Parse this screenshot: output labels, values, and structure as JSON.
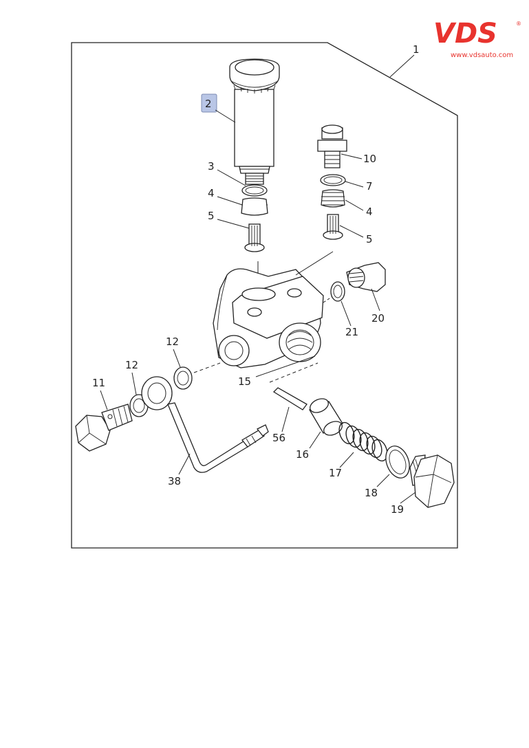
{
  "brand": {
    "logo_text": "VDS",
    "registered_mark": "®",
    "url": "www.vdsauto.com",
    "color": "#e8332e"
  },
  "diagram": {
    "highlight_color": "#b9c6e6",
    "labels": {
      "frame": "1",
      "primer_pump": "2",
      "gasket_left": "3",
      "spring_left": "4",
      "valve_left": "5",
      "gasket_right": "7",
      "spring_right": "4",
      "valve_right": "5",
      "connector_nut": "10",
      "eye_bolt": "11",
      "washer_12_upper": "12",
      "washer_12_lower": "12",
      "pump_body": "15",
      "piston": "16",
      "piston_spring": "17",
      "plug_gasket": "18",
      "plug": "19",
      "side_plug": "20",
      "side_gasket": "21",
      "fuel_pipe": "38",
      "pin": "56"
    }
  }
}
